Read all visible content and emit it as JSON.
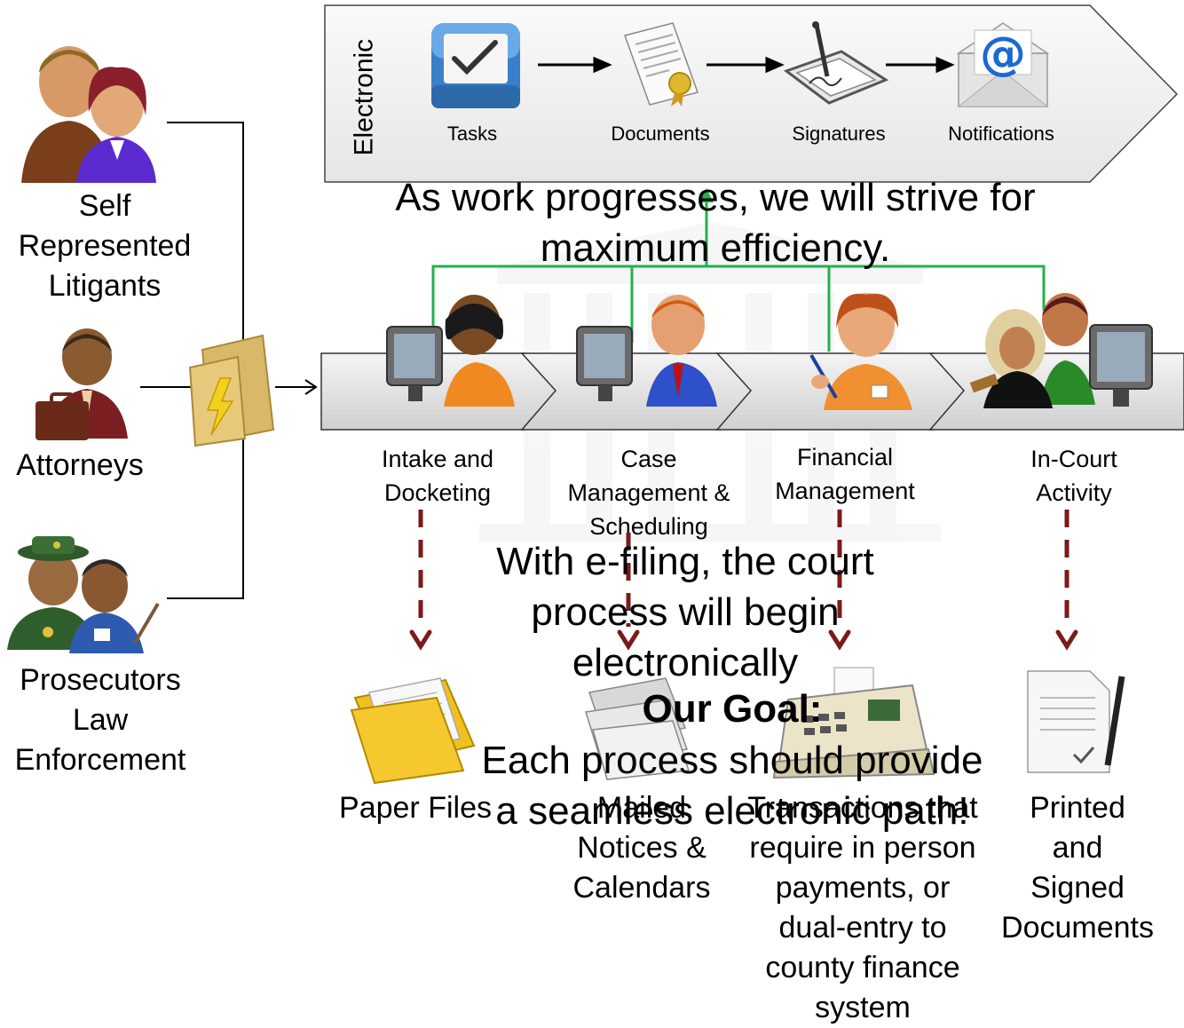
{
  "electronic_banner": {
    "title": "Electronic",
    "steps": [
      {
        "label": "Tasks",
        "icon": "task-tray-icon"
      },
      {
        "label": "Documents",
        "icon": "certificate-document-icon"
      },
      {
        "label": "Signatures",
        "icon": "signature-pad-icon"
      },
      {
        "label": "Notifications",
        "icon": "email-envelope-icon"
      }
    ]
  },
  "actors": [
    {
      "label": "Self\nRepresented\nLitigants",
      "icon": "litigants-icon"
    },
    {
      "label": "Attorneys",
      "icon": "attorney-icon"
    },
    {
      "label": "Prosecutors\nLaw\nEnforcement",
      "icon": "law-enforcement-icon"
    }
  ],
  "stages": [
    {
      "label": "Intake and\nDocketing",
      "icon": "clerk-computer-icon"
    },
    {
      "label": "Case\nManagement &\nScheduling",
      "icon": "manager-computer-icon"
    },
    {
      "label": "Financial\nManagement",
      "icon": "cashier-icon"
    },
    {
      "label": "In-Court\nActivity",
      "icon": "judge-computer-icon"
    }
  ],
  "outputs": [
    {
      "label": "Paper Files",
      "icon": "paper-files-icon"
    },
    {
      "label": "Mailed\nNotices &\nCalendars",
      "icon": "mail-stack-icon"
    },
    {
      "label": "Transactions that\nrequire in person\npayments, or\ndual-entry to\ncounty finance\nsystem",
      "icon": "cash-register-icon"
    },
    {
      "label": "Printed\nand\nSigned\nDocuments",
      "icon": "signed-document-icon"
    }
  ],
  "overlays": {
    "efficiency": "As work progresses, we will strive for\nmaximum efficiency.",
    "efiling": "With e-filing, the court\nprocess will begin\nelectronically",
    "goal_title": "Our Goal:",
    "goal_text": "Each process should provide\na seamless electronic path!"
  },
  "colors": {
    "green_connector": "#22b14c",
    "dashed_arrow": "#7b1a1a",
    "banner_fill": "#f2f2f2"
  }
}
